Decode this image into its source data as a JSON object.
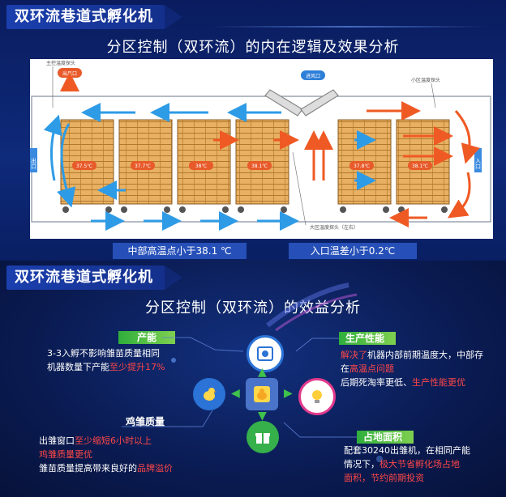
{
  "top": {
    "title": "双环流巷道式孵化机",
    "subtitle": "分区控制（双环流）的内在逻辑及效果分析",
    "diagram": {
      "main_probe": "主控温度探头",
      "outlet": "出风口",
      "inlet": "进风口",
      "small_probe": "小区温度探头",
      "exit_door": "出口",
      "entry_door": "入口",
      "big_probe": "大区温度探头（左右）",
      "temps": [
        "37.5℃",
        "37.7℃",
        "38℃",
        "38.1℃",
        "37.8℃",
        "38.1℃"
      ]
    },
    "captions": [
      "中部高温点小于38.1 ℃",
      "入口温差小于0.2℃"
    ]
  },
  "bottom": {
    "title": "双环流巷道式孵化机",
    "subtitle": "分区控制（双环流）的效益分析",
    "productivity": {
      "label": "产能",
      "line1": "3-3入孵不影响雏苗质量相同",
      "line2a": "机器数量下产能",
      "line2b": "至少提升17%"
    },
    "performance": {
      "label": "生产性能",
      "line1a": "解决了",
      "line1b": "机器内部前期温度大，中部存",
      "line2a": "在",
      "line2b": "高温点问题",
      "line3a": "后期死淘率更低、",
      "line3b": "生产性能更优"
    },
    "chick_quality": {
      "label": "鸡雏质量",
      "line1a": "出雏窗口",
      "line1b": "至少缩短6小时以上",
      "line2": "鸡雏质量更优",
      "line3a": "雏苗质量提高带来良好的",
      "line3b": "品牌溢价"
    },
    "floor_area": {
      "label": "占地面积",
      "line1": "配套30240出雏机，在相同产能",
      "line2a": "情况下，",
      "line2b": "极大节省孵化场占地",
      "line3": "面积，节约前期投资"
    }
  }
}
